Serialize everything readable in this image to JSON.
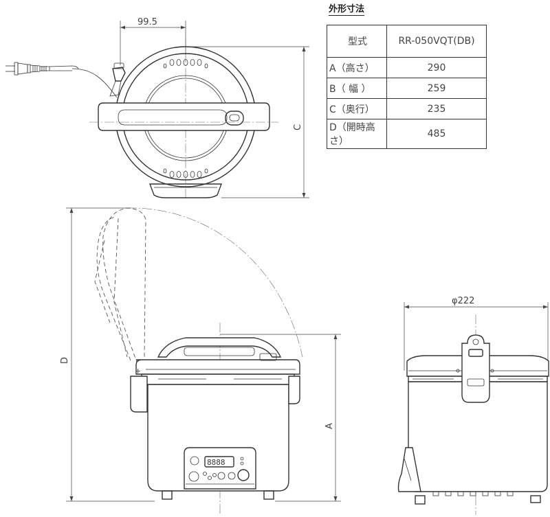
{
  "spec_table": {
    "title": "外形寸法",
    "header": {
      "label": "型式",
      "model": "RR-050VQT(DB)"
    },
    "rows": [
      {
        "label": "A（高さ）",
        "value": "290"
      },
      {
        "label": "B（ 幅 ）",
        "value": "259"
      },
      {
        "label": "C（奥行）",
        "value": "235"
      },
      {
        "label": "D（開時高さ）",
        "value": "485"
      }
    ]
  },
  "dimension_labels": {
    "top_offset": "99.5",
    "depth": "C",
    "height": "A",
    "open_height": "D",
    "diameter": "φ222"
  },
  "display_readout": "8888"
}
